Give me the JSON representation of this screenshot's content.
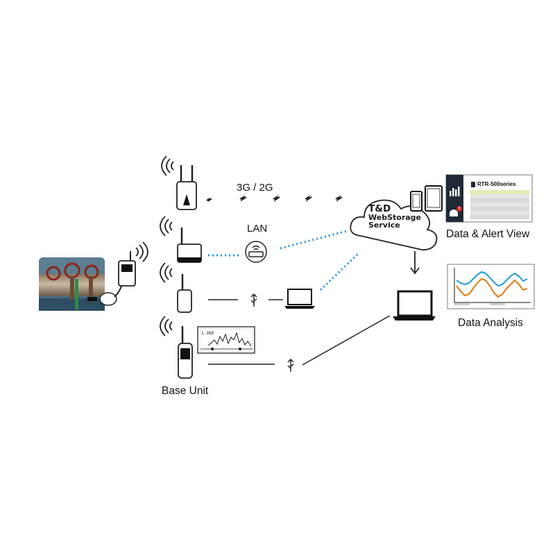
{
  "labels": {
    "network_3g": "3G / 2G",
    "network_lan": "LAN",
    "cloud_line1": "T&D",
    "cloud_line2": "WebStorage",
    "cloud_line3": "Service",
    "data_alert_view": "Data & Alert View",
    "data_analysis": "Data Analysis",
    "base_unit": "Base Unit",
    "app_title": "RTR-500series",
    "handheld_screen_value": "1.389"
  },
  "colors": {
    "link_dotted": "#1e90d6",
    "device_dark": "#1a1a1a",
    "chart_blue": "#1e9ad6",
    "chart_orange": "#e07a10",
    "app_highlight": "#e4ecb0",
    "alert_red": "#d9261c"
  },
  "icons": {
    "photo": "pipe-valves-photo",
    "sensor": "wireless-logger-sensor",
    "usb": "usb-icon",
    "laptop": "laptop-icon",
    "router": "router-icon",
    "cloud": "cloud-icon"
  }
}
